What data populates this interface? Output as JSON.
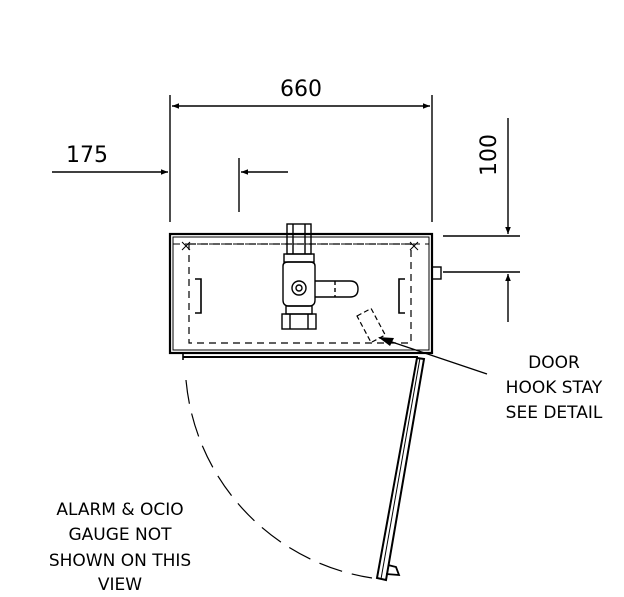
{
  "dimensions": {
    "width": "660",
    "offset": "175",
    "height": "100"
  },
  "notes": {
    "door_hook": [
      "DOOR",
      "HOOK STAY",
      "SEE DETAIL"
    ],
    "alarm": [
      "ALARM & OCIO",
      "GAUGE NOT",
      "SHOWN ON THIS",
      "VIEW"
    ]
  },
  "colors": {
    "line": "#000000",
    "background": "#ffffff"
  }
}
